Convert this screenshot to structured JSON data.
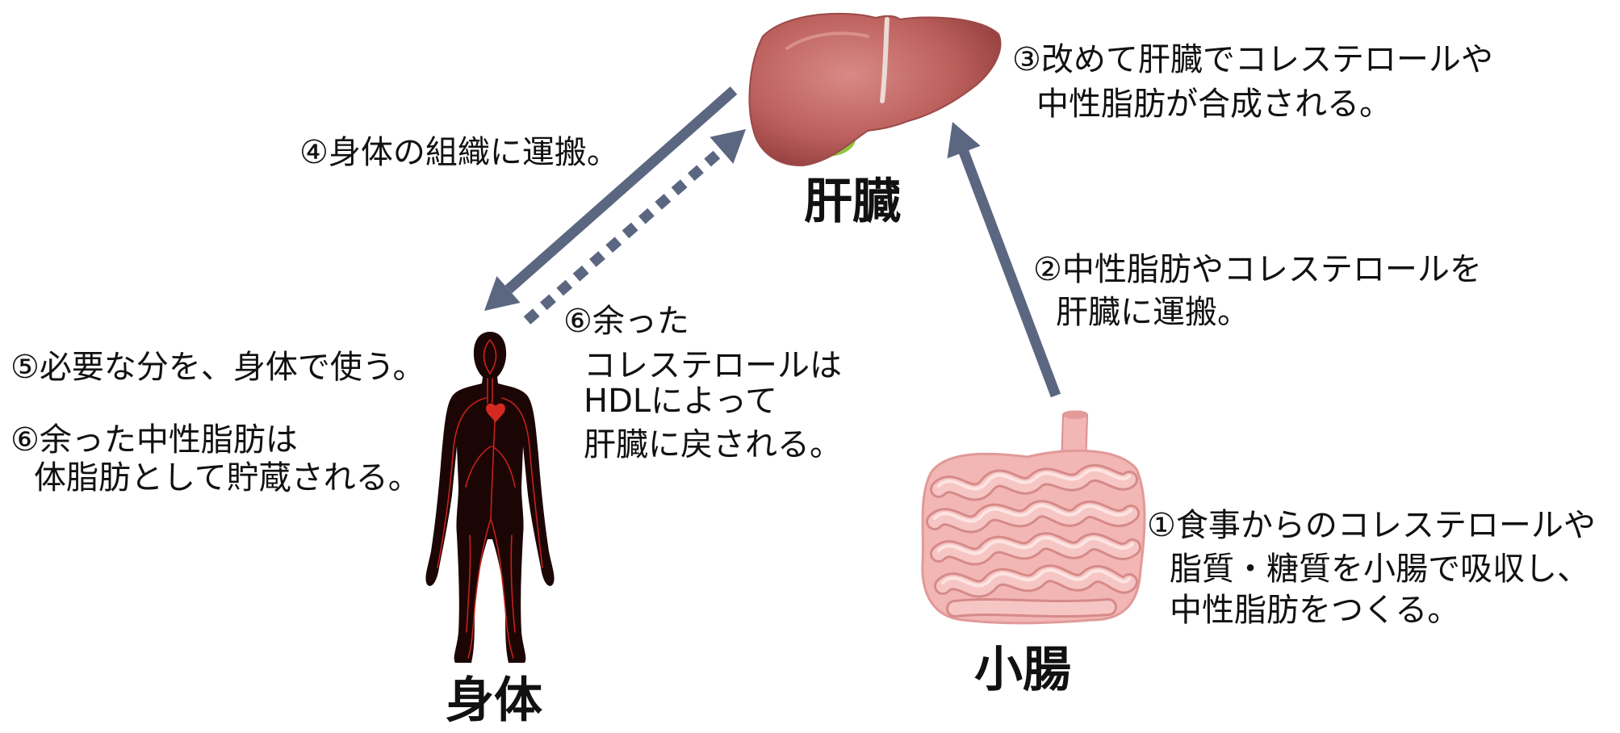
{
  "organs": {
    "liver": {
      "label": "肝臓",
      "icon": "liver-illustration"
    },
    "body": {
      "label": "身体",
      "icon": "human-body-illustration"
    },
    "small_intestine": {
      "label": "小腸",
      "icon": "small-intestine-illustration"
    }
  },
  "steps": {
    "step1": [
      "①食事からのコレステロールや",
      "脂質・糖質を小腸で吸収し、",
      "中性脂肪をつくる。"
    ],
    "step2": [
      "②中性脂肪やコレステロールを",
      "肝臓に運搬。"
    ],
    "step3": [
      "③改めて肝臓でコレステロールや",
      "中性脂肪が合成される。"
    ],
    "step4": [
      "④身体の組織に運搬。"
    ],
    "step5": [
      "⑤必要な分を、身体で使う。"
    ],
    "step6_body": [
      "⑥余った中性脂肪は",
      "体脂肪として貯蔵される。"
    ],
    "step6_hdl": [
      "⑥余った",
      "コレステロールは",
      "HDLによって",
      "肝臓に戻される。"
    ]
  },
  "arrows": [
    {
      "from": "small_intestine",
      "to": "liver",
      "style": "solid"
    },
    {
      "from": "liver",
      "to": "body",
      "style": "solid"
    },
    {
      "from": "body",
      "to": "liver",
      "style": "dotted"
    }
  ],
  "colors": {
    "arrow": "#5b6781",
    "text": "#111111",
    "liver": "#b65b5b",
    "gallbladder": "#8dc63f",
    "body": "#1c0505",
    "vessels": "#c4221a",
    "intestine": "#f2b6b4"
  }
}
